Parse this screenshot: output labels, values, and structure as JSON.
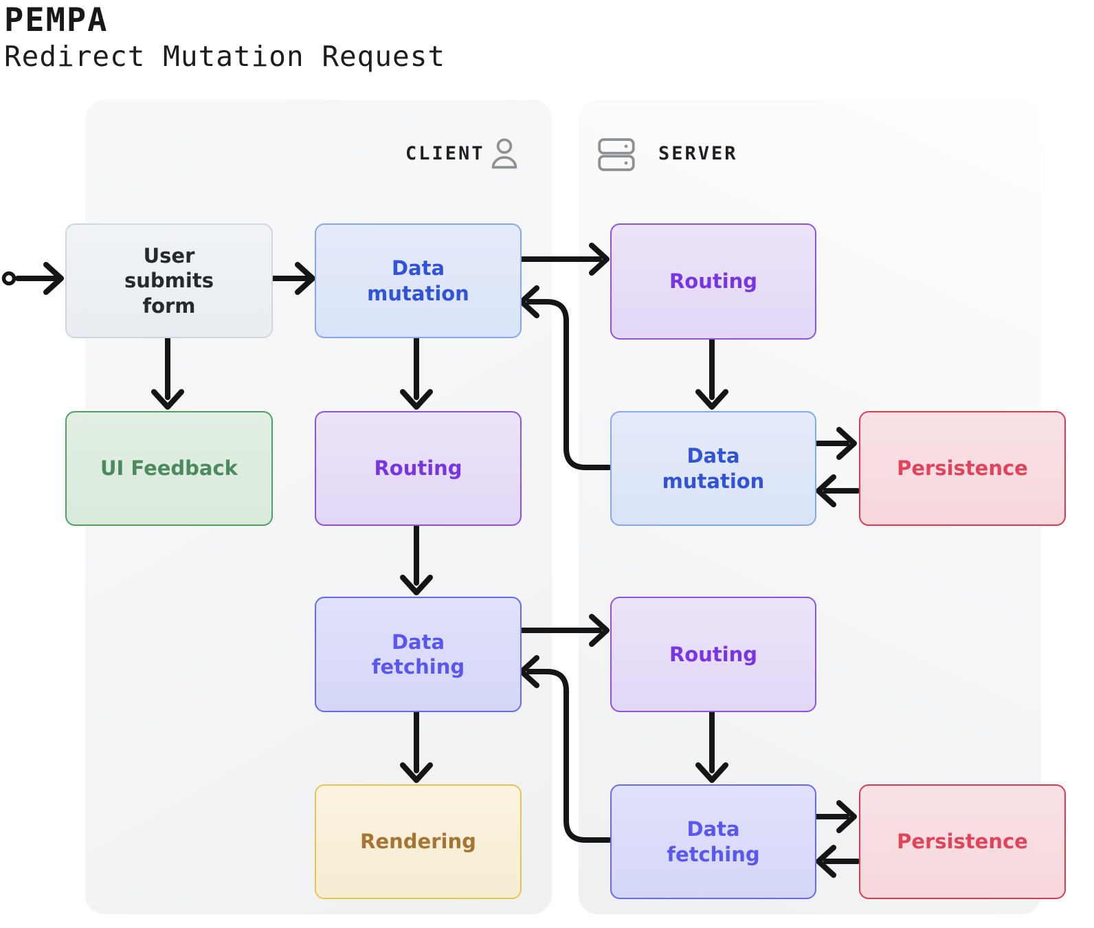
{
  "title": "PEMPA",
  "subtitle": "Redirect Mutation Request",
  "panels": {
    "client": {
      "label": "CLIENT",
      "icon": "person-icon"
    },
    "server": {
      "label": "SERVER",
      "icon": "server-icon"
    }
  },
  "connector": {
    "color": "#151515",
    "style": "thick-open-arrowheads",
    "start_marker": "small-circle"
  },
  "nodes": [
    {
      "id": "user-submits-form",
      "panel": "client",
      "label": "User\nsubmits\nform",
      "fill_top": "#f0f3f6",
      "fill_bottom": "#e9edf2",
      "border_color": "#ccd7e0",
      "text_color": "#26292e"
    },
    {
      "id": "client-data-mutation",
      "panel": "client",
      "label": "Data\nmutation",
      "fill_top": "#e6ebfa",
      "fill_bottom": "#d9e3f8",
      "border_color": "#84a7f0",
      "text_color": "#3154d6"
    },
    {
      "id": "server-routing-top",
      "panel": "server",
      "label": "Routing",
      "fill_top": "#ece4f9",
      "fill_bottom": "#e2d7f6",
      "border_color": "#8d51e8",
      "text_color": "#7836e2"
    },
    {
      "id": "ui-feedback",
      "panel": "client",
      "label": "UI Feedback",
      "fill_top": "#e3efe4",
      "fill_bottom": "#d9eadc",
      "border_color": "#50a062",
      "text_color": "#4b8a5e"
    },
    {
      "id": "client-routing",
      "panel": "client",
      "label": "Routing",
      "fill_top": "#ece4f9",
      "fill_bottom": "#e2d7f6",
      "border_color": "#8d51e8",
      "text_color": "#7836e2"
    },
    {
      "id": "server-data-mutation",
      "panel": "server",
      "label": "Data\nmutation",
      "fill_top": "#e6ebfa",
      "fill_bottom": "#d9e3f8",
      "border_color": "#84a7f0",
      "text_color": "#3154d6"
    },
    {
      "id": "persistence-top",
      "panel": "server",
      "label": "Persistence",
      "fill_top": "#f9e2e6",
      "fill_bottom": "#f6d7dc",
      "border_color": "#dd3a50",
      "text_color": "#e0445a"
    },
    {
      "id": "client-data-fetching",
      "panel": "client",
      "label": "Data\nfetching",
      "fill_top": "#e0e1fa",
      "fill_bottom": "#d5d7f8",
      "border_color": "#6b68f0",
      "text_color": "#5a56ee"
    },
    {
      "id": "server-routing-bottom",
      "panel": "server",
      "label": "Routing",
      "fill_top": "#ece4f9",
      "fill_bottom": "#e2d7f6",
      "border_color": "#8d51e8",
      "text_color": "#7836e2"
    },
    {
      "id": "rendering",
      "panel": "client",
      "label": "Rendering",
      "fill_top": "#faf3e0",
      "fill_bottom": "#f6ecd2",
      "border_color": "#e6c453",
      "text_color": "#a67433"
    },
    {
      "id": "server-data-fetching",
      "panel": "server",
      "label": "Data\nfetching",
      "fill_top": "#e0e1fa",
      "fill_bottom": "#d5d7f8",
      "border_color": "#6b68f0",
      "text_color": "#5a56ee"
    },
    {
      "id": "persistence-bottom",
      "panel": "server",
      "label": "Persistence",
      "fill_top": "#f9e2e6",
      "fill_bottom": "#f6d7dc",
      "border_color": "#dd3a50",
      "text_color": "#e0445a"
    }
  ],
  "edges": [
    {
      "from": "start",
      "to": "user-submits-form",
      "shape": "straight-right-with-start-circle"
    },
    {
      "from": "user-submits-form",
      "to": "client-data-mutation",
      "shape": "straight-right"
    },
    {
      "from": "user-submits-form",
      "to": "ui-feedback",
      "shape": "straight-down"
    },
    {
      "from": "client-data-mutation",
      "to": "server-routing-top",
      "shape": "straight-right"
    },
    {
      "from": "client-data-mutation",
      "to": "client-routing",
      "shape": "straight-down"
    },
    {
      "from": "server-routing-top",
      "to": "server-data-mutation",
      "shape": "straight-down"
    },
    {
      "from": "server-data-mutation",
      "to": "client-data-mutation",
      "shape": "curved-return-left-up"
    },
    {
      "from": "client-routing",
      "to": "client-data-fetching",
      "shape": "straight-down"
    },
    {
      "from": "client-data-fetching",
      "to": "server-routing-bottom",
      "shape": "straight-right"
    },
    {
      "from": "server-routing-bottom",
      "to": "server-data-fetching",
      "shape": "straight-down"
    },
    {
      "from": "server-data-fetching",
      "to": "client-data-fetching",
      "shape": "curved-return-left-up"
    },
    {
      "from": "client-data-fetching",
      "to": "rendering",
      "shape": "straight-down"
    },
    {
      "from": "server-data-mutation",
      "to": "persistence-top",
      "shape": "straight-right"
    },
    {
      "from": "persistence-top",
      "to": "server-data-mutation",
      "shape": "straight-left"
    },
    {
      "from": "server-data-fetching",
      "to": "persistence-bottom",
      "shape": "straight-right"
    },
    {
      "from": "persistence-bottom",
      "to": "server-data-fetching",
      "shape": "straight-left"
    }
  ]
}
